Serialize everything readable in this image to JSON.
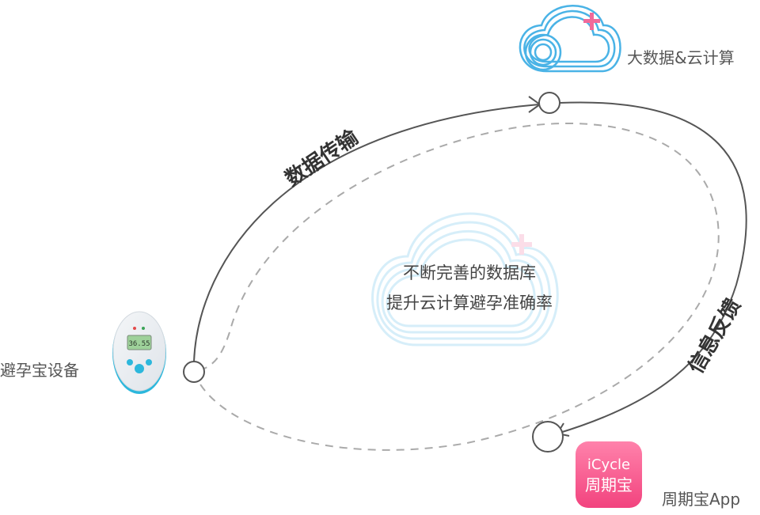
{
  "nodes": {
    "cloud": {
      "label": "大数据&云计算"
    },
    "device": {
      "label": "避孕宝设备",
      "screen_reading": "36.55"
    },
    "app": {
      "label": "周期宝App",
      "icon_line1": "iCycle",
      "icon_line2": "周期宝"
    }
  },
  "flows": {
    "upload": {
      "label": "数据传输"
    },
    "feedback": {
      "label": "信息反馈"
    }
  },
  "center": {
    "line1": "不断完善的数据库",
    "line2": "提升云计算避孕准确率"
  },
  "colors": {
    "cloud_blue": "#4ab3e6",
    "accent_pink": "#f06a9a",
    "app_gradient_top": "#ff7fa8",
    "app_gradient_bottom": "#f2457f",
    "device_teal": "#2cb7dc",
    "line": "#555555",
    "dashed": "#aaaaaa"
  }
}
